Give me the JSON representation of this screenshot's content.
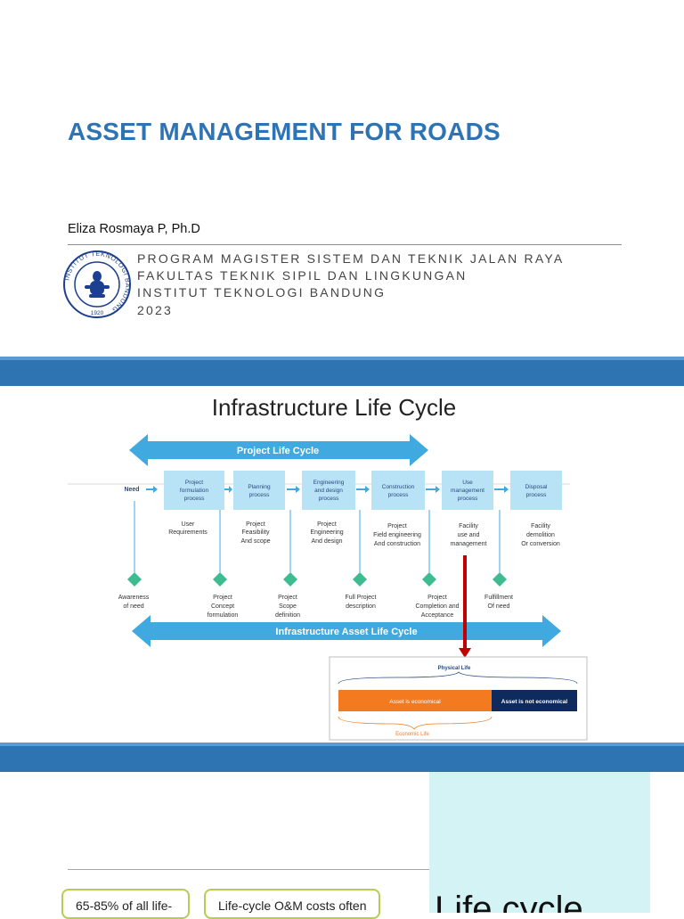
{
  "slide1": {
    "title": "ASSET MANAGEMENT FOR ROADS",
    "author": "Eliza Rosmaya P, Ph.D",
    "affiliation": [
      "PROGRAM MAGISTER SISTEM DAN TEKNIK JALAN RAYA",
      "FAKULTAS TEKNIK SIPIL DAN LINGKUNGAN",
      "INSTITUT TEKNOLOGI BANDUNG",
      "2023"
    ],
    "logo_ring_text": "INSTITUT TEKNOLOGI BANDUNG",
    "logo_year": "1920"
  },
  "slide2": {
    "title": "Infrastructure Life Cycle",
    "project_life_cycle_label": "Project Life Cycle",
    "asset_life_cycle_label": "Infrastructure Asset Life Cycle",
    "need_label": "Need",
    "processes": [
      [
        "Project",
        "formulation",
        "process"
      ],
      [
        "Planning",
        "process"
      ],
      [
        "Engineering",
        "and design",
        "process"
      ],
      [
        "Construction",
        "process"
      ],
      [
        "Use",
        "management",
        "process"
      ],
      [
        "Disposal",
        "process"
      ]
    ],
    "outputs": [
      [
        "User",
        "Requirements"
      ],
      [
        "Project",
        "Feasibility",
        "And scope"
      ],
      [
        "Project",
        "Engineering",
        "And design"
      ],
      [
        "Project",
        "Field engineering",
        "And construction"
      ],
      [
        "Facility",
        "use and",
        "management"
      ],
      [
        "Facility",
        "demolition",
        "Or conversion"
      ]
    ],
    "milestones": [
      [
        "Awareness",
        "of need"
      ],
      [
        "Project",
        "Concept",
        "formulation"
      ],
      [
        "Project",
        "Scope",
        "definition"
      ],
      [
        "Full Project",
        "description"
      ],
      [
        "Project",
        "Completion and",
        "Acceptance"
      ],
      [
        "Fulfillment",
        "Of need"
      ]
    ],
    "physical_life_label": "Physical Life",
    "economical_label": "Asset is economical",
    "not_economical_label": "Asset is not economical",
    "economic_life_label": "Economic Life",
    "colors": {
      "arrow_blue": "#3fa9e0",
      "box_fill": "#b8e2f5",
      "diamond": "#3dbb91",
      "red_arrow": "#c00000",
      "orange": "#f47a1f",
      "navy": "#0f2a5c"
    }
  },
  "slide3": {
    "cyan_box_text": "Life cycle",
    "box1_text": "65-85% of all life-",
    "box2_text": "Life-cycle O&M costs often"
  }
}
